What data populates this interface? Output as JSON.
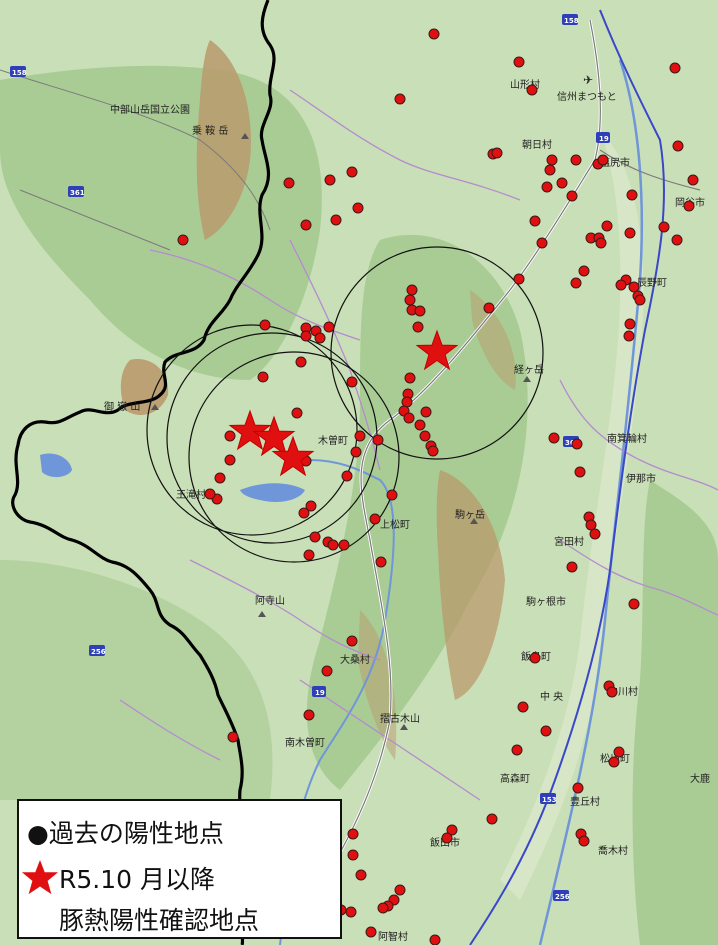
{
  "colors": {
    "terrain_low": "#c9dfb7",
    "terrain_mid": "#a9cc95",
    "terrain_high": "#8fb97e",
    "mountain": "#b99a6c",
    "water": "#6f96d8",
    "prefecture_border": "#000000",
    "municipal_border": "#b58bd0",
    "highway": "#3a47c9",
    "outbreak_red": "#e01010",
    "buffer_circle": "#111111"
  },
  "place_labels": [
    {
      "id": "yamagata",
      "text": "山形村"
    },
    {
      "id": "shinshu-matsumoto",
      "text": "信州まつもと"
    },
    {
      "id": "chubu-sangaku",
      "text": "中部山岳国立公園"
    },
    {
      "id": "norikura",
      "text": "乗 鞍 岳"
    },
    {
      "id": "asahi",
      "text": "朝日村"
    },
    {
      "id": "shiojiri",
      "text": "塩尻市"
    },
    {
      "id": "okaya",
      "text": "岡谷市"
    },
    {
      "id": "tatsuno",
      "text": "辰野町"
    },
    {
      "id": "kyogatake",
      "text": "経ヶ岳"
    },
    {
      "id": "ontake",
      "text": "御 嶽 山"
    },
    {
      "id": "kiso",
      "text": "木曽町"
    },
    {
      "id": "minowa",
      "text": "南箕輪村"
    },
    {
      "id": "ina",
      "text": "伊那市"
    },
    {
      "id": "otaki",
      "text": "王滝村"
    },
    {
      "id": "agematsu",
      "text": "上松町"
    },
    {
      "id": "komagatake",
      "text": "駒ヶ岳"
    },
    {
      "id": "miyada",
      "text": "宮田村"
    },
    {
      "id": "komagane",
      "text": "駒ヶ根市"
    },
    {
      "id": "aterayama",
      "text": "阿寺山"
    },
    {
      "id": "okuwa",
      "text": "大桑村"
    },
    {
      "id": "iijima",
      "text": "飯島町"
    },
    {
      "id": "nakagawa",
      "text": "中川村"
    },
    {
      "id": "nagiso-mt",
      "text": "摺古木山"
    },
    {
      "id": "minamikiso",
      "text": "南木曽町"
    },
    {
      "id": "takamori",
      "text": "高森町"
    },
    {
      "id": "matsukawa",
      "text": "松川町"
    },
    {
      "id": "toyooka",
      "text": "豊丘村"
    },
    {
      "id": "ooshika",
      "text": "大鹿"
    },
    {
      "id": "iida",
      "text": "飯田市"
    },
    {
      "id": "takagi",
      "text": "喬木村"
    },
    {
      "id": "achi",
      "text": "阿智村"
    },
    {
      "id": "chuo-exp",
      "text": "中 央"
    }
  ],
  "route_markers": [
    "158",
    "158",
    "361",
    "19",
    "361",
    "256",
    "19",
    "153",
    "256"
  ],
  "legend": {
    "past_positive": "●過去の陽性地点",
    "recent_positive_line1": "R5.10 月以降",
    "recent_positive_line2": "豚熱陽性確認地点"
  }
}
